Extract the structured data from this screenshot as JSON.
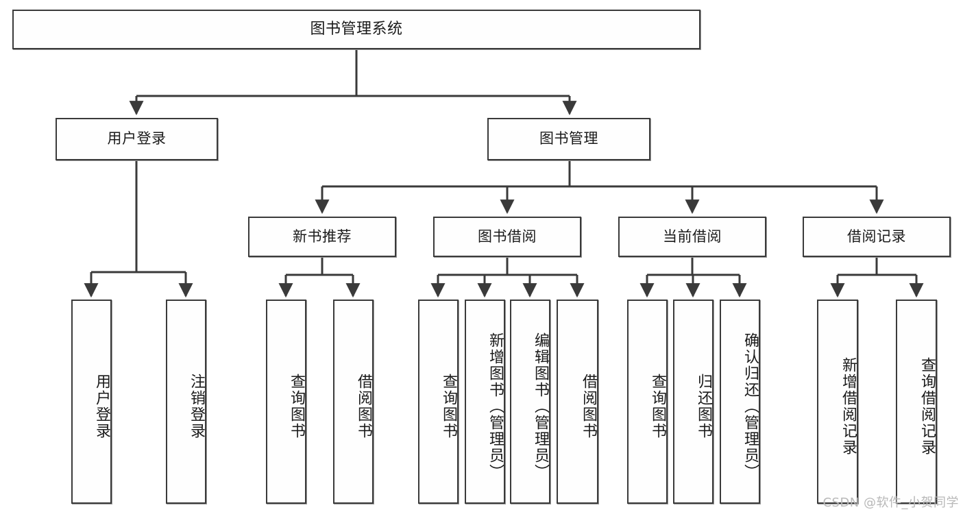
{
  "diagram": {
    "title": "图书管理系统",
    "type": "tree-hierarchy-chart",
    "root": {
      "label": "图书管理系统"
    },
    "level2": [
      {
        "label": "用户登录"
      },
      {
        "label": "图书管理"
      }
    ],
    "level3": [
      {
        "label": "新书推荐"
      },
      {
        "label": "图书借阅"
      },
      {
        "label": "当前借阅"
      },
      {
        "label": "借阅记录"
      }
    ],
    "leaves": {
      "user_login": [
        {
          "label": "用户登录"
        },
        {
          "label": "注销登录"
        }
      ],
      "new_book_recommend": [
        {
          "label": "查询图书"
        },
        {
          "label": "借阅图书"
        }
      ],
      "book_borrow": [
        {
          "label": "查询图书"
        },
        {
          "label": "新增图书（管理员）"
        },
        {
          "label": "编辑图书（管理员）"
        },
        {
          "label": "借阅图书"
        }
      ],
      "current_borrow": [
        {
          "label": "查询图书"
        },
        {
          "label": "归还图书"
        },
        {
          "label": "确认归还（管理员）"
        }
      ],
      "borrow_record": [
        {
          "label": "新增借阅记录"
        },
        {
          "label": "查询借阅记录"
        }
      ]
    }
  },
  "watermark": {
    "text": "CSDN @软件_小贺同学"
  },
  "colors": {
    "border": "#3a3a3a",
    "fill": "#fefefe",
    "text": "#1a1a1a",
    "shadow": "#9a9a9a",
    "watermark": "#b8b8b8"
  }
}
